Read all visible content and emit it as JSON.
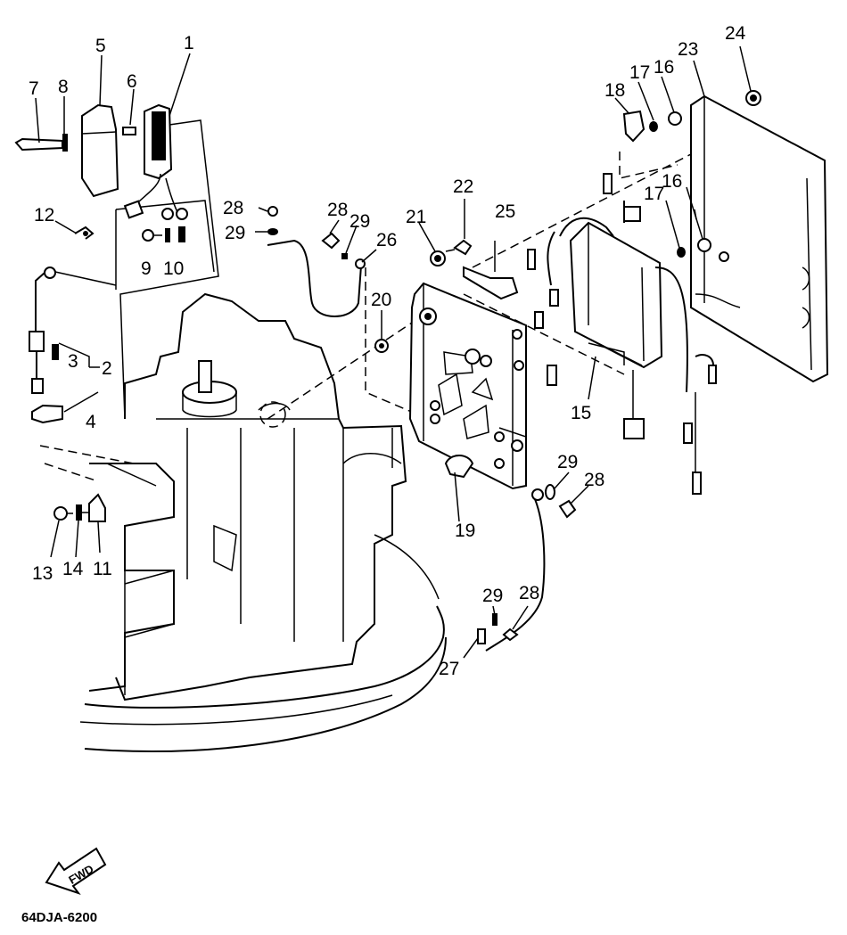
{
  "diagram": {
    "part_labels": [
      "1",
      "2",
      "3",
      "4",
      "5",
      "6",
      "7",
      "8",
      "9",
      "10",
      "11",
      "12",
      "13",
      "14",
      "15",
      "16",
      "16",
      "17",
      "17",
      "18",
      "19",
      "20",
      "21",
      "22",
      "23",
      "24",
      "25",
      "26",
      "27",
      "28",
      "28",
      "28",
      "28",
      "29",
      "29",
      "29",
      "29"
    ],
    "drawing_code": "64DJA-6200",
    "direction_badge": "FWD"
  }
}
